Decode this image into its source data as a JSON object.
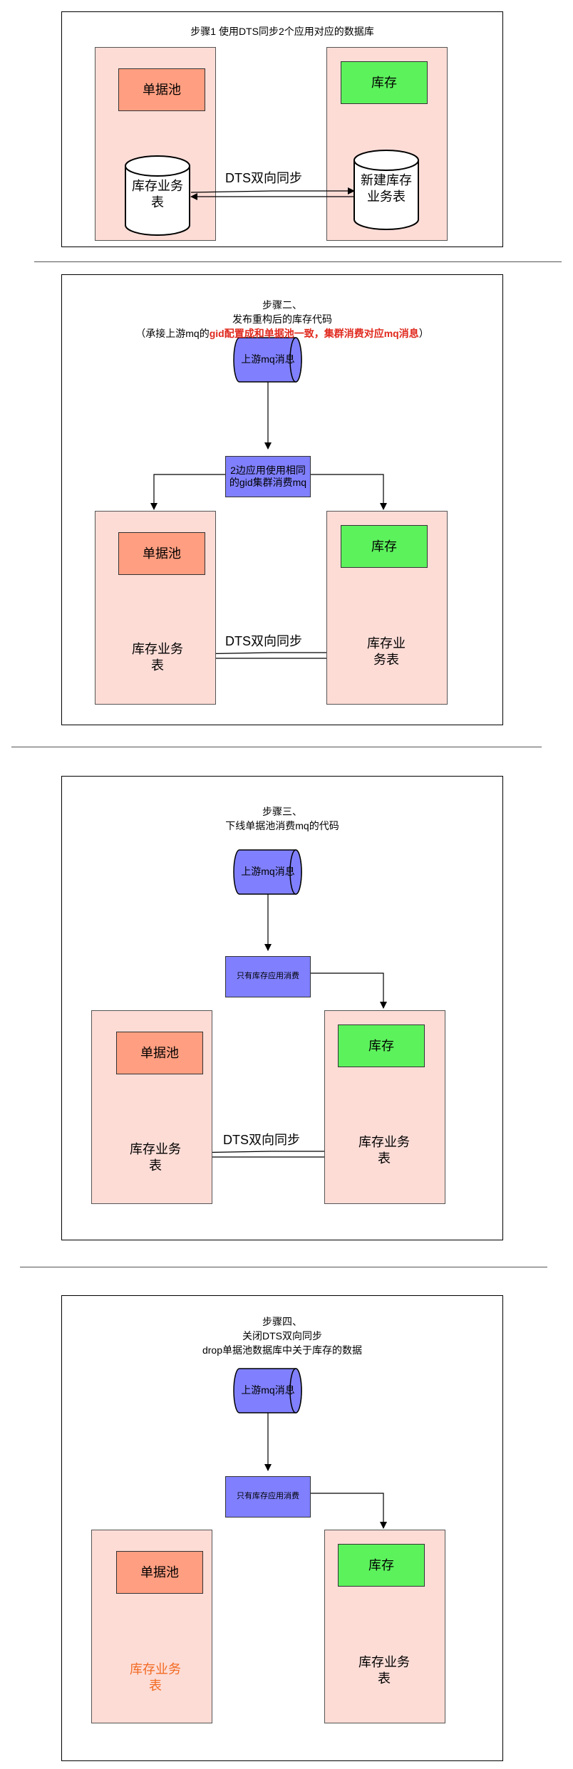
{
  "colors": {
    "pane": "#fddcd6",
    "pool_box": "#ff9e80",
    "stock_box": "#5cf25c",
    "mq": "#8080ff",
    "highlight": "#e0291e",
    "orange_text": "#f26a21"
  },
  "step1": {
    "title": "步骤1 使用DTS同步2个应用对应的数据库",
    "pool_label": "单据池",
    "stock_label": "库存",
    "left_db_line1": "库存业务",
    "left_db_line2": "表",
    "right_db_line1": "新建库存",
    "right_db_line2": "业务表",
    "sync_label": "DTS双向同步"
  },
  "step2": {
    "title_line1": "步骤二、",
    "title_line2": "发布重构后的库存代码",
    "title_line3_prefix": "（承接上游mq的",
    "title_line3_red": "gid配置成和单据池一致，集群消费对应mq消息",
    "title_line3_suffix": "）",
    "mq_label": "上游mq消息",
    "consumer_line1": "2边应用使用相同",
    "consumer_line2": "的gid集群消费mq",
    "pool_label": "单据池",
    "stock_label": "库存",
    "left_db_line1": "库存业务",
    "left_db_line2": "表",
    "right_db_line1": "库存业",
    "right_db_line2": "务表",
    "sync_label": "DTS双向同步"
  },
  "step3": {
    "title_line1": "步骤三、",
    "title_line2": "下线单据池消费mq的代码",
    "mq_label": "上游mq消息",
    "consumer_label": "只有库存应用消费",
    "pool_label": "单据池",
    "stock_label": "库存",
    "left_db_line1": "库存业务",
    "left_db_line2": "表",
    "right_db_line1": "库存业务",
    "right_db_line2": "表",
    "sync_label": "DTS双向同步"
  },
  "step4": {
    "title_line1": "步骤四、",
    "title_line2": "关闭DTS双向同步",
    "title_line3": "drop单据池数据库中关于库存的数据",
    "mq_label": "上游mq消息",
    "consumer_label": "只有库存应用消费",
    "pool_label": "单据池",
    "stock_label": "库存",
    "left_db_line1": "库存业务",
    "left_db_line2": "表",
    "right_db_line1": "库存业务",
    "right_db_line2": "表"
  }
}
